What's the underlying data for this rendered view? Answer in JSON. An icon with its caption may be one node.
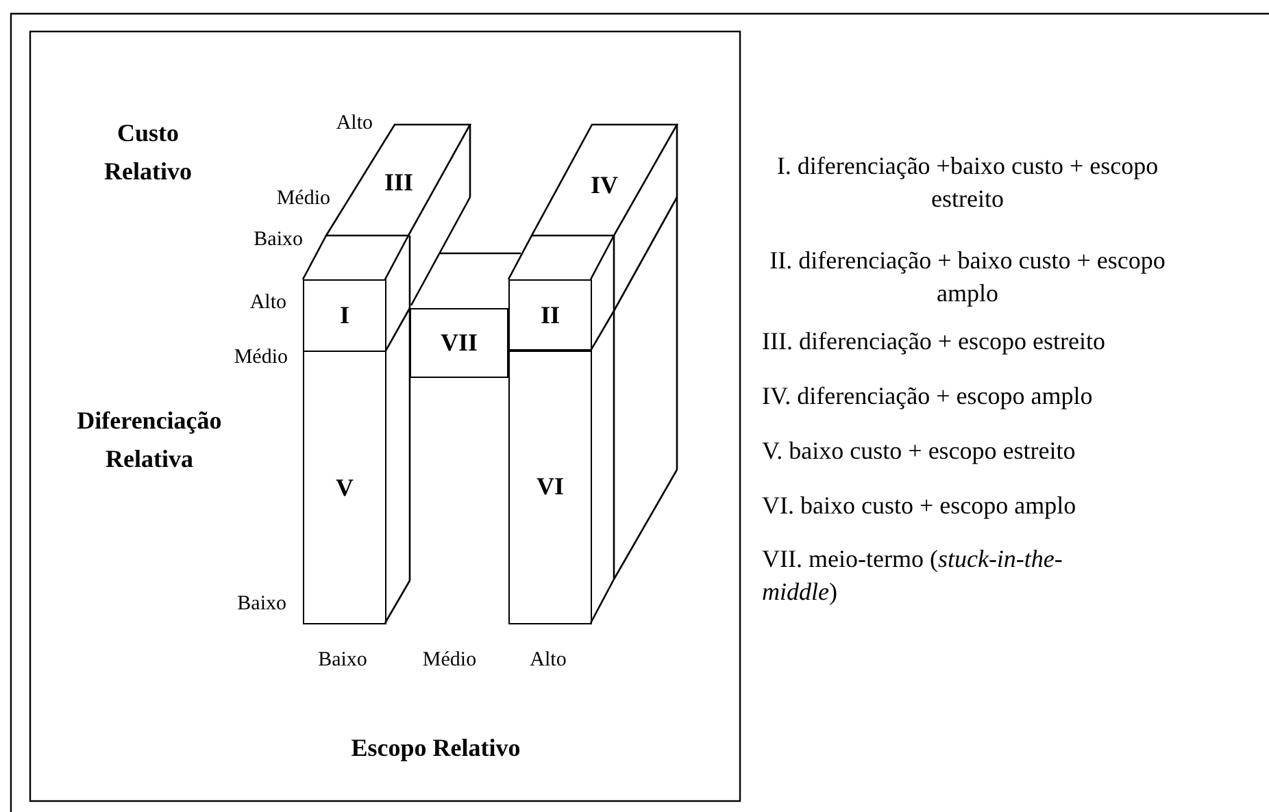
{
  "diagram": {
    "nodes": [
      {
        "text": [
          "III"
        ]
      },
      {
        "text": [
          "IV"
        ]
      },
      {
        "text": [
          "I"
        ]
      },
      {
        "text": [
          "II"
        ]
      },
      {
        "text": [
          "VII"
        ]
      },
      {
        "text": [
          "V"
        ]
      },
      {
        "text": [
          "VI"
        ]
      }
    ],
    "edges": [],
    "labels": [
      "Custo Relativo",
      "Alto",
      "Médio",
      "Baixo",
      "Alto",
      "Médio",
      "Diferenciação Relativa",
      "Baixo",
      "Baixo",
      "Médio",
      "Alto",
      "Escopo Relativo",
      "I. diferenciação +baixo custo + escopo estreito",
      "II. diferenciação + baixo custo + escopo amplo",
      "III. diferenciação + escopo estreito",
      "IV. diferenciação + escopo amplo",
      "V. baixo custo + escopo estreito",
      "VI. baixo custo + escopo amplo",
      "VII. meio-termo (*stuck-in-the-middle*)"
    ]
  }
}
